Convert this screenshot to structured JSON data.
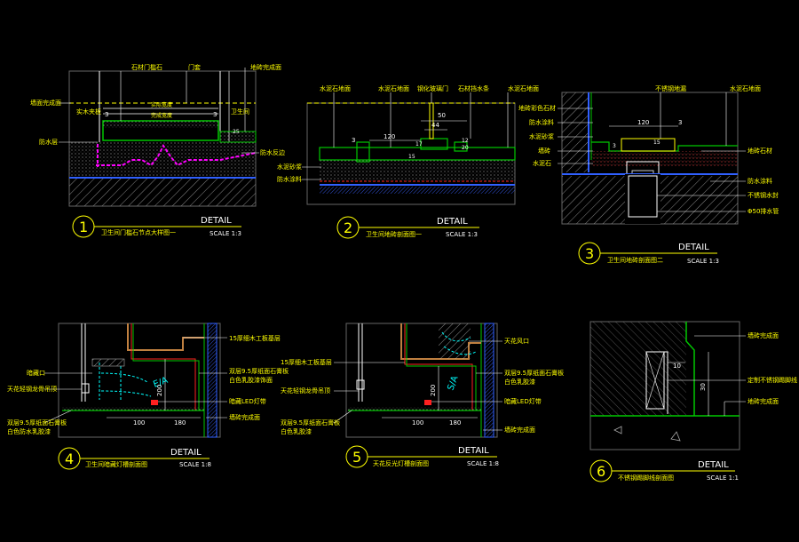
{
  "colors": {
    "background": "#000000",
    "yellow": "#ffff00",
    "white": "#ffffff",
    "green": "#00c800",
    "magenta": "#ff00ff",
    "red": "#ff2020",
    "blue": "#3060ff",
    "cyan": "#00ffff",
    "gray": "#a0a0a0",
    "brown": "#c08040"
  },
  "detail_word": "DETAIL",
  "details": [
    {
      "number": "1",
      "title": "卫生间门槛石节点大样图一",
      "scale": "SCALE 1:3",
      "labels": [
        "石材门槛石",
        "门套",
        "地砖完成面",
        "墙面完成面",
        "实木夹板",
        "实际宽度",
        "完成宽度",
        "卫生间",
        "防水层",
        "防水反边"
      ],
      "dims": [
        "3",
        "3",
        "25"
      ]
    },
    {
      "number": "2",
      "title": "卫生间地砖剖面图一",
      "scale": "SCALE 1:3",
      "labels": [
        "水泥石地面",
        "水泥石地面",
        "钢化玻璃门",
        "石材挡水条",
        "水泥石地面",
        "水泥砂浆",
        "防水涂料"
      ],
      "dims": [
        "50",
        "44",
        "3",
        "120",
        "15",
        "17",
        "20",
        "12"
      ]
    },
    {
      "number": "3",
      "title": "卫生间地砖剖面图二",
      "scale": "SCALE 1:3",
      "labels": [
        "不锈钢地漏",
        "水泥石地面",
        "地砖彩色石材",
        "防水涂料",
        "水泥砂浆",
        "墙砖",
        "水泥石",
        "地砖石材",
        "防水涂料",
        "不锈钢水封",
        "Φ50排水管"
      ],
      "dims": [
        "120",
        "3",
        "15",
        "3"
      ]
    },
    {
      "number": "4",
      "title": "卫生间暗藏灯槽剖面图",
      "scale": "SCALE 1:8",
      "labels": [
        "15厚细木工板基层",
        "双层9.5厚纸面石膏板",
        "白色乳胶漆饰面",
        "暗藏LED灯带",
        "墙砖完成面",
        "暗藏口",
        "天花轻钢龙骨吊顶",
        "双层9.5厚纸面石膏板",
        "白色防水乳胶漆"
      ],
      "dims": [
        "E/A",
        "200",
        "100",
        "180"
      ]
    },
    {
      "number": "5",
      "title": "天花反光灯槽剖面图",
      "scale": "SCALE 1:8",
      "labels": [
        "天花风口",
        "15厚细木工板基层",
        "双层9.5厚纸面石膏板",
        "白色乳胶漆",
        "天花轻钢龙骨吊顶",
        "暗藏LED灯带",
        "双层9.5厚纸面石膏板",
        "白色乳胶漆",
        "墙砖完成面"
      ],
      "dims": [
        "S/A",
        "200",
        "100",
        "180"
      ]
    },
    {
      "number": "6",
      "title": "不锈钢踢脚线剖面图",
      "scale": "SCALE 1:1",
      "labels": [
        "墙砖完成面",
        "定制不锈钢踢脚线",
        "地砖完成面"
      ],
      "dims": [
        "10",
        "30"
      ]
    }
  ]
}
